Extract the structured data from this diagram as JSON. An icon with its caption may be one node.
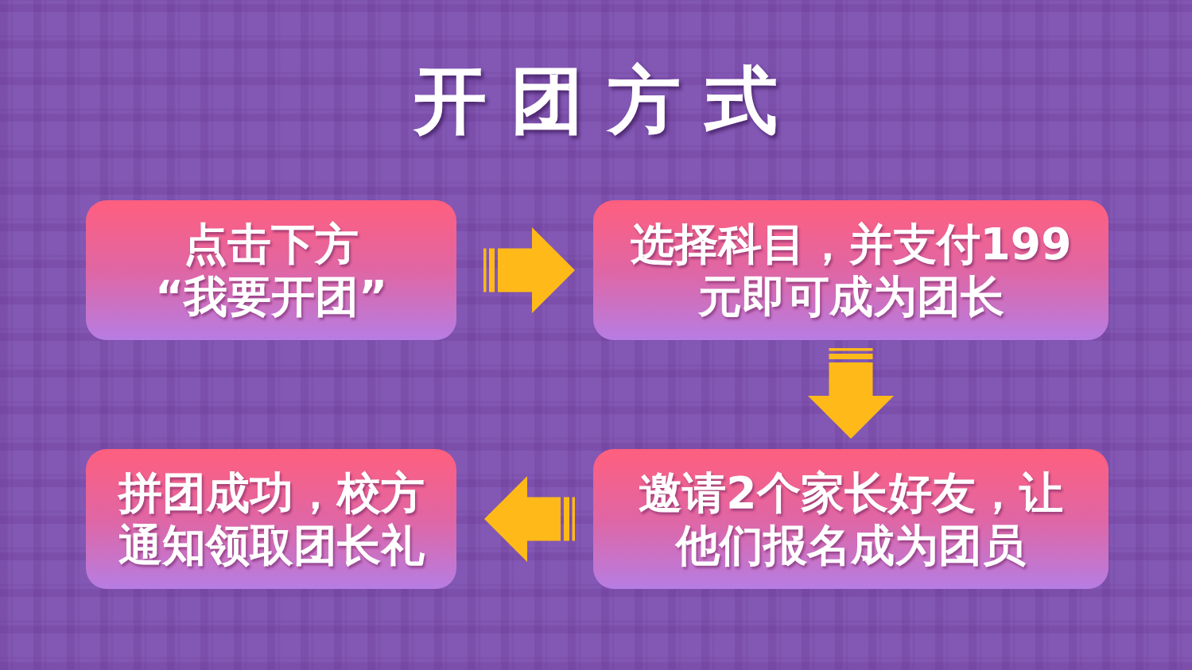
{
  "diagram": {
    "title": "开团方式",
    "nodes": [
      {
        "text": [
          "点击下方“我要开团”"
        ]
      },
      {
        "text": [
          "选择科目，并支付199元即可成为团长"
        ]
      },
      {
        "text": [
          "拼团成功，校方通知领取团长礼"
        ]
      },
      {
        "text": [
          "邀请2个家长好友，让他们报名成为团员"
        ]
      }
    ],
    "edges": [
      {
        "from": 0,
        "to": 1,
        "arrow": "to"
      },
      {
        "from": 1,
        "to": 3,
        "arrow": "to"
      },
      {
        "from": 3,
        "to": 2,
        "arrow": "to"
      }
    ]
  }
}
